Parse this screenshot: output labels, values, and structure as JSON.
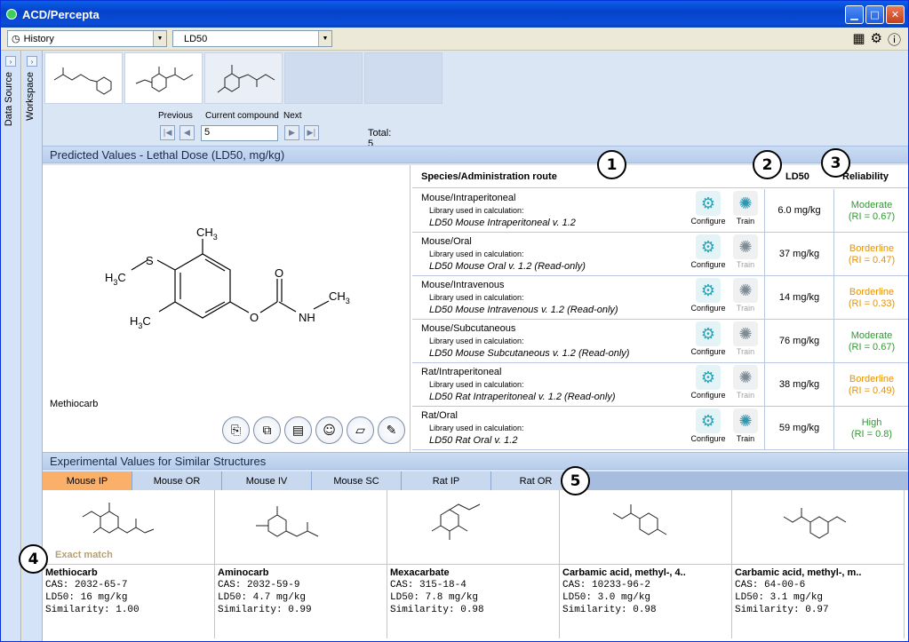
{
  "window": {
    "title": "ACD/Percepta"
  },
  "toolbar": {
    "history": "History",
    "endpoint": "LD50"
  },
  "sidebar": {
    "data_source": "Data Source",
    "workspace": "Workspace"
  },
  "nav": {
    "previous": "Previous",
    "current": "Current compound",
    "next": "Next",
    "current_value": "5",
    "total": "Total: 5"
  },
  "predicted": {
    "title": "Predicted Values - Lethal Dose (LD50, mg/kg)",
    "compound_name": "Methiocarb",
    "col_species": "Species/Administration route",
    "col_ld50": "LD50",
    "col_reliability": "Reliability",
    "lib_label": "Library used in calculation:",
    "configure": "Configure",
    "train": "Train",
    "rows": [
      {
        "species": "Mouse/Intraperitoneal",
        "library": "LD50 Mouse Intraperitoneal v. 1.2",
        "value": "6.0 mg/kg",
        "rel": "Moderate",
        "ri": "(RI = 0.67)",
        "color": "#2e9a2e",
        "train_enabled": true
      },
      {
        "species": "Mouse/Oral",
        "library": "LD50 Mouse Oral v. 1.2 (Read-only)",
        "value": "37 mg/kg",
        "rel": "Borderline",
        "ri": "(RI = 0.47)",
        "color": "#e69200",
        "train_enabled": false
      },
      {
        "species": "Mouse/Intravenous",
        "library": "LD50 Mouse Intravenous v. 1.2 (Read-only)",
        "value": "14 mg/kg",
        "rel": "Borderline",
        "ri": "(RI = 0.33)",
        "color": "#e69200",
        "train_enabled": false
      },
      {
        "species": "Mouse/Subcutaneous",
        "library": "LD50 Mouse Subcutaneous v. 1.2 (Read-only)",
        "value": "76 mg/kg",
        "rel": "Moderate",
        "ri": "(RI = 0.67)",
        "color": "#2e9a2e",
        "train_enabled": false
      },
      {
        "species": "Rat/Intraperitoneal",
        "library": "LD50 Rat Intraperitoneal v. 1.2 (Read-only)",
        "value": "38 mg/kg",
        "rel": "Borderline",
        "ri": "(RI = 0.49)",
        "color": "#e69200",
        "train_enabled": false
      },
      {
        "species": "Rat/Oral",
        "library": "LD50 Rat Oral v. 1.2",
        "value": "59 mg/kg",
        "rel": "High",
        "ri": "(RI = 0.8)",
        "color": "#2e9a2e",
        "train_enabled": true
      }
    ]
  },
  "experimental": {
    "title": "Experimental Values for Similar Structures",
    "tabs": [
      "Mouse IP",
      "Mouse OR",
      "Mouse IV",
      "Mouse SC",
      "Rat IP",
      "Rat OR"
    ],
    "exact_match": "Exact match",
    "cards": [
      {
        "name": "Methiocarb",
        "cas": "CAS: 2032-65-7",
        "ld50": "LD50: 16 mg/kg",
        "sim": "Similarity:  1.00"
      },
      {
        "name": "Aminocarb",
        "cas": "CAS: 2032-59-9",
        "ld50": "LD50: 4.7 mg/kg",
        "sim": "Similarity:  0.99"
      },
      {
        "name": "Mexacarbate",
        "cas": "CAS: 315-18-4",
        "ld50": "LD50: 7.8 mg/kg",
        "sim": "Similarity:  0.98"
      },
      {
        "name": "Carbamic acid, methyl-, 4..",
        "cas": "CAS: 10233-96-2",
        "ld50": "LD50: 3.0 mg/kg",
        "sim": "Similarity:  0.98"
      },
      {
        "name": "Carbamic acid, methyl-, m..",
        "cas": "CAS: 64-00-6",
        "ld50": "LD50: 3.1 mg/kg",
        "sim": "Similarity:  0.97"
      }
    ]
  },
  "callouts": [
    "1",
    "2",
    "3",
    "4",
    "5"
  ],
  "molecule": {
    "ch3_top": "CH",
    "ch3_left": "H",
    "ch3_right": "CH",
    "s": "S",
    "o1": "O",
    "o2": "O",
    "nh": "NH",
    "ch3_bottom": "H",
    "sub3": "3",
    "c3": "C"
  }
}
